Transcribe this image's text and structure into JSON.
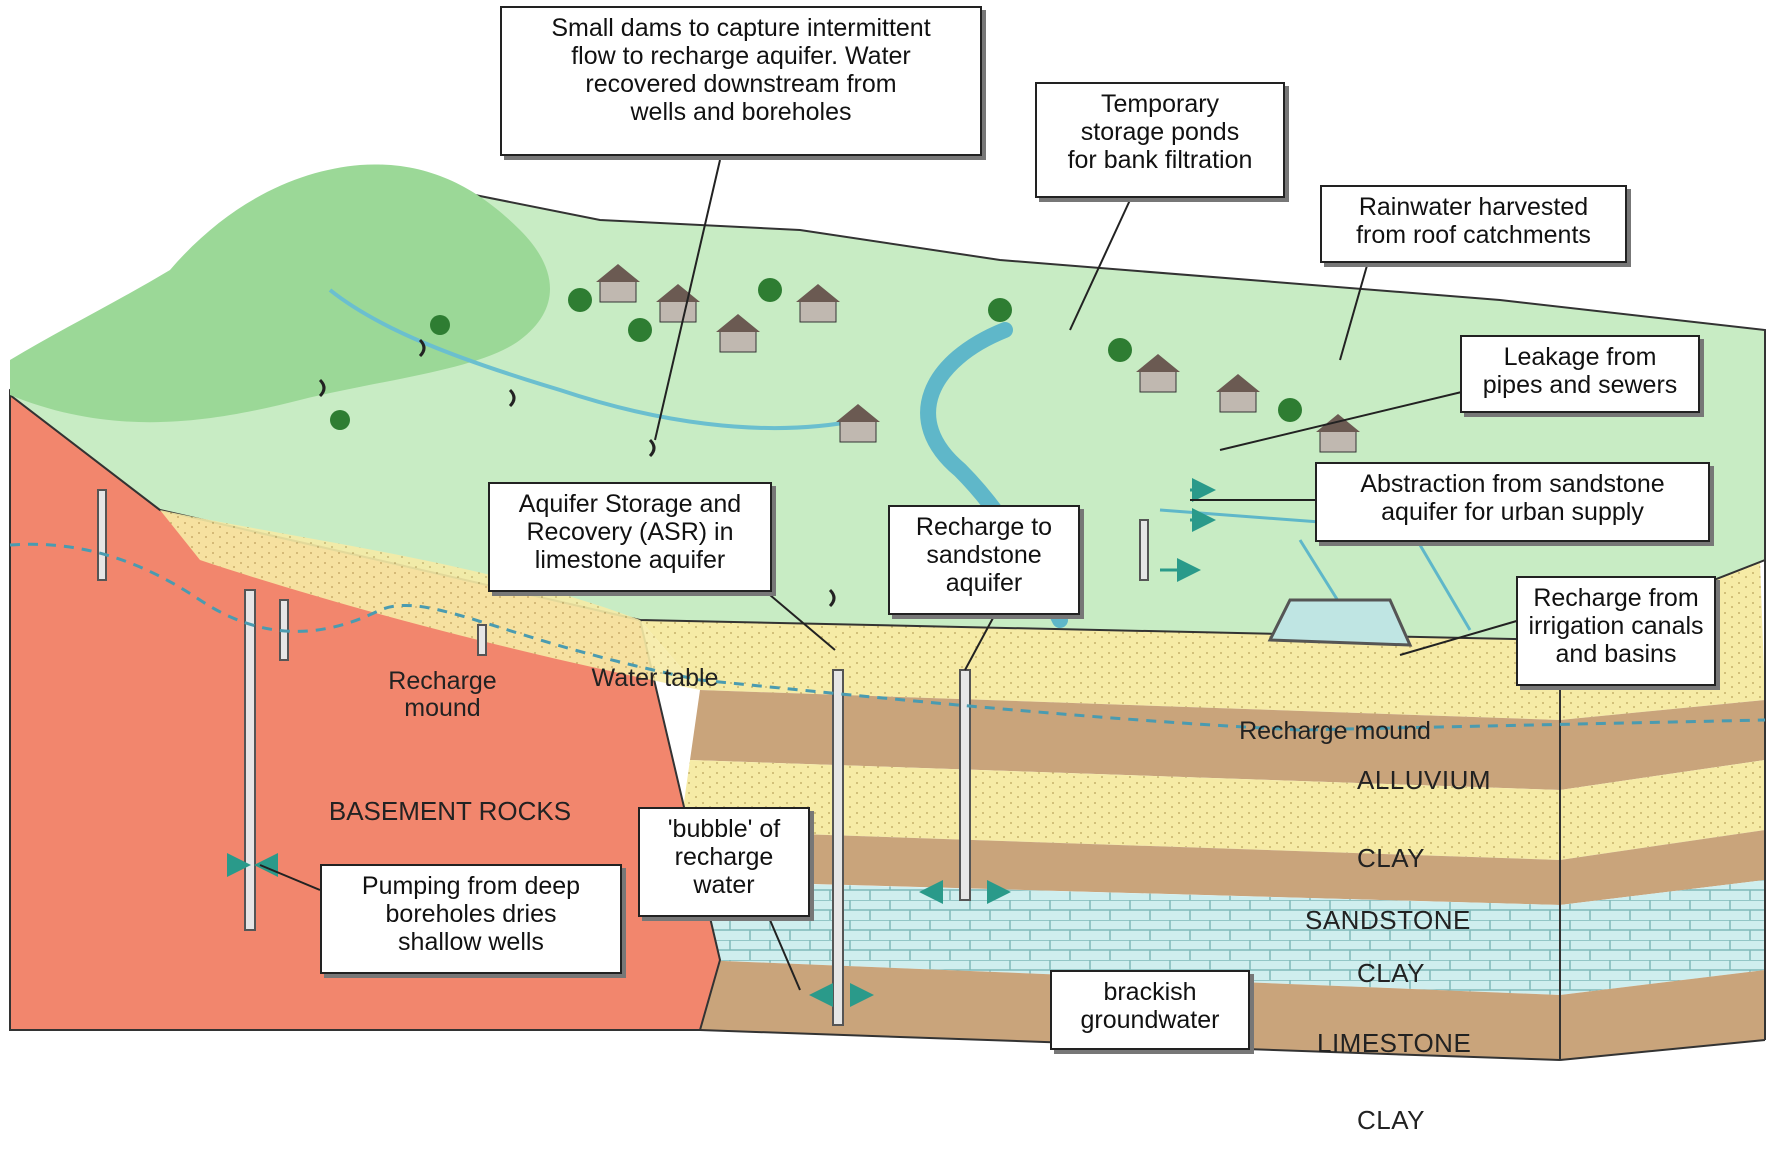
{
  "callouts": {
    "small_dams": "Small dams to capture intermittent\nflow to recharge aquifer. Water\nrecovered downstream from\nwells and boreholes",
    "temporary_ponds": "Temporary\nstorage ponds\nfor bank filtration",
    "rainwater": "Rainwater harvested\nfrom roof catchments",
    "leakage": "Leakage from\npipes and sewers",
    "abstraction": "Abstraction from sandstone\naquifer for urban supply",
    "asr": "Aquifer Storage and\nRecovery (ASR) in\nlimestone aquifer",
    "recharge_sandstone": "Recharge to\nsandstone\naquifer",
    "irrigation": "Recharge from\nirrigation canals\nand basins",
    "bubble": "'bubble' of\nrecharge\nwater",
    "pumping": "Pumping from deep\nboreholes dries\nshallow wells",
    "brackish": "brackish\ngroundwater"
  },
  "labels": {
    "recharge_mound_left": "Recharge\nmound",
    "water_table": "Water table",
    "recharge_mound_right": "Recharge mound",
    "basement_rocks": "BASEMENT ROCKS"
  },
  "layers": [
    "ALLUVIUM",
    "CLAY",
    "SANDSTONE",
    "CLAY",
    "LIMESTONE",
    "CLAY"
  ],
  "colors": {
    "terrain_green": "#b9e3b1",
    "hill_green": "#8fd18c",
    "basement": "#f2866d",
    "alluvium": "#f6eba6",
    "clay": "#c9a47b",
    "limestone": "#bfe5e3",
    "water": "#5fb7c9",
    "arrow": "#2a9a8a"
  },
  "icons": [
    "house-icon",
    "tree-icon",
    "dam-icon",
    "well-icon",
    "arrow-icon"
  ]
}
